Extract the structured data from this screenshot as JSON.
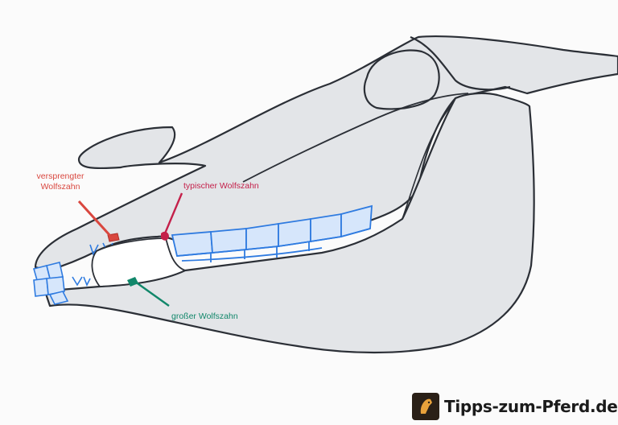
{
  "labels": {
    "versprengter_line1": "versprengter",
    "versprengter_line2": "Wolfszahn",
    "typischer": "typischer Wolfszahn",
    "grosser": "großer Wolfszahn"
  },
  "watermark": {
    "text": "Tipps-zum-Pferd.de",
    "icon": "horse-head-logo-icon"
  },
  "colors": {
    "outline": "#2b2f36",
    "skull_fill": "#e3e5e8",
    "teeth": "#2f7be0",
    "versprengter": "#d9473f",
    "typischer": "#c4204a",
    "grosser": "#11876a"
  }
}
